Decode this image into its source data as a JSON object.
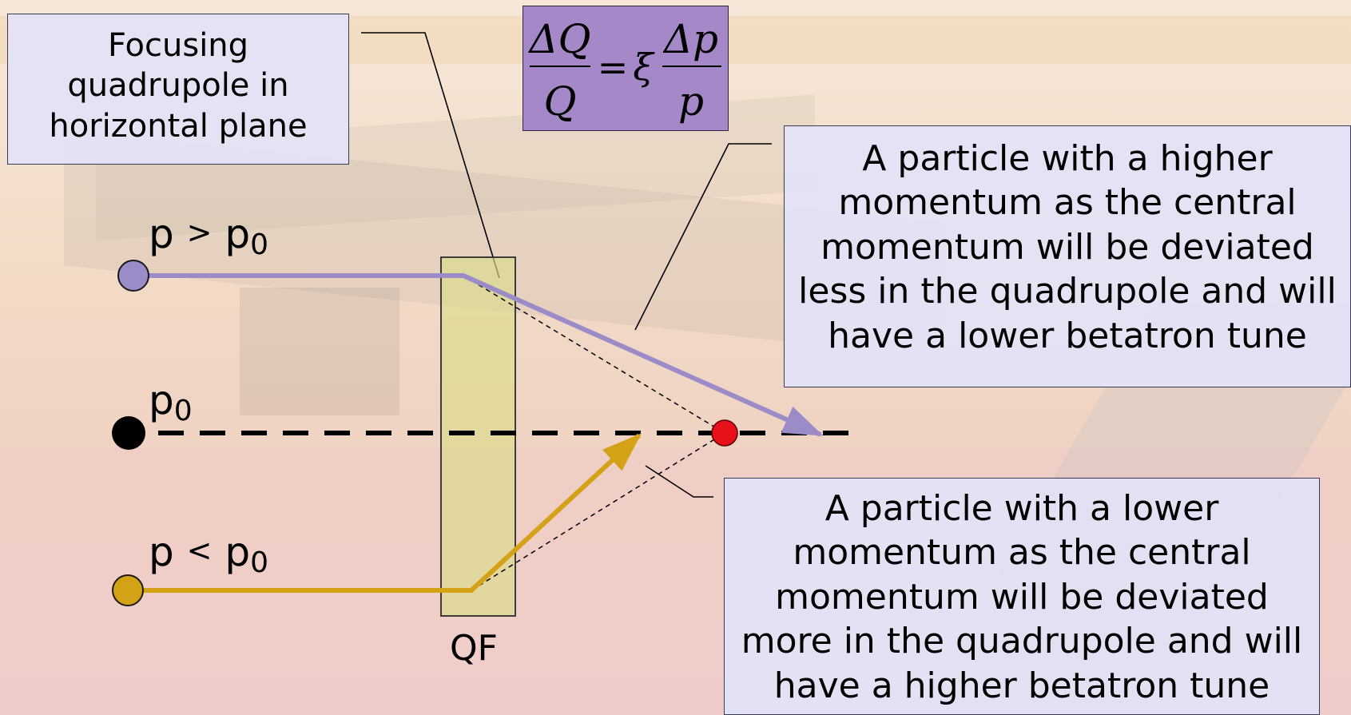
{
  "labels": {
    "focusing_box": [
      "Focusing",
      "quadrupole in",
      "horizontal plane"
    ],
    "high_momentum_box": [
      "A particle with a higher",
      "momentum as the central",
      "momentum will be deviated",
      "less in the quadrupole and will",
      "have a lower betatron tune"
    ],
    "low_momentum_box": [
      "A particle with a lower",
      "momentum as the central",
      "momentum will be deviated",
      "more in the quadrupole and will",
      "have a higher betatron tune"
    ],
    "particle_high": {
      "p": "p",
      "op": ">",
      "p0": "p",
      "sub": "0"
    },
    "particle_central": {
      "p0": "p",
      "sub": "0"
    },
    "particle_low": {
      "p": "p",
      "op": "<",
      "p0": "p",
      "sub": "0"
    },
    "quadrupole": "QF"
  },
  "formula": {
    "numerator_left": "ΔQ",
    "denominator_left": "Q",
    "equals": "=",
    "coefficient": "ξ",
    "numerator_right": "Δp",
    "denominator_right": "p"
  },
  "colors": {
    "high_momentum": "#9b8cc8",
    "low_momentum": "#d4a217",
    "central": "#000000",
    "focal_point": "#e8101a",
    "quadrupole_fill": "#dcdc8c",
    "formula_box": "#a488c8",
    "callout_box": "#e4e2f8"
  }
}
